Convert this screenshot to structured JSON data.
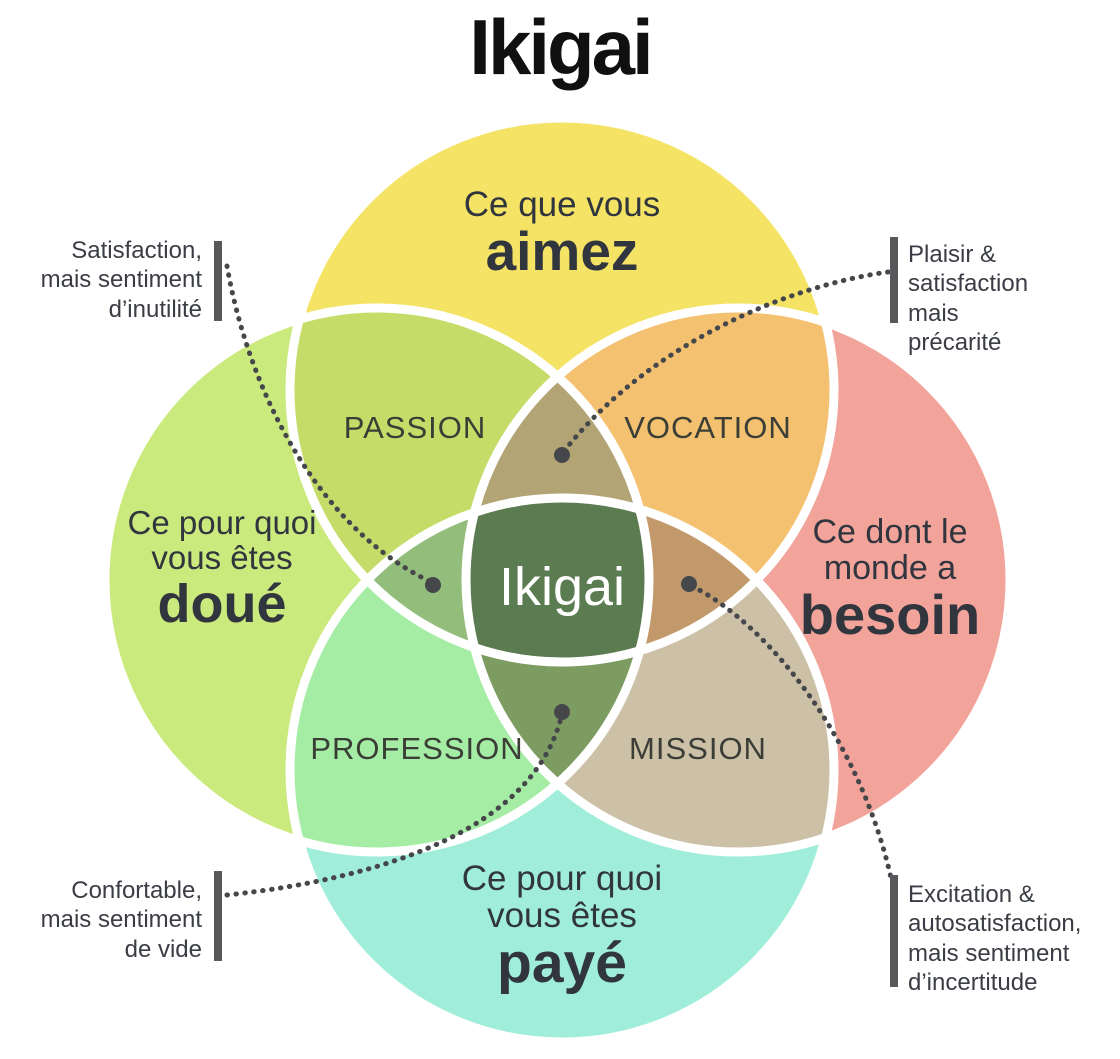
{
  "title": "Ikigai",
  "colors": {
    "circle_love": "#F5E366",
    "circle_good_at": "#CBEA7D",
    "circle_needs": "#F2A49B",
    "circle_paid": "#A0EEDA",
    "overlap_passion": "#C6DC69",
    "overlap_vocation": "#F4C170",
    "overlap_profession": "#A5EDA4",
    "overlap_mission": "#CCC1A6",
    "petal_top": "#B2A475",
    "petal_left": "#92BD7B",
    "petal_right": "#C2996B",
    "petal_bottom": "#7C9C62",
    "center": "#5B7B50",
    "outline": "#FFFFFF",
    "connector": "#45474B",
    "bar": "#58585A",
    "text_dark": "#31353E",
    "center_text": "#FFFFFF"
  },
  "circles": {
    "love": {
      "line1": "Ce que vous",
      "line2": "aimez"
    },
    "good_at": {
      "line1": "Ce pour quoi",
      "line2": "vous êtes",
      "line3": "doué"
    },
    "needs": {
      "line1": "Ce dont le",
      "line2": "monde a",
      "line3": "besoin"
    },
    "paid": {
      "line1": "Ce pour quoi",
      "line2": "vous êtes",
      "line3": "payé"
    }
  },
  "regions": {
    "passion": "PASSION",
    "vocation": "VOCATION",
    "profession": "PROFESSION",
    "mission": "MISSION",
    "center": "Ikigai"
  },
  "annotations": {
    "top_left": {
      "lines": [
        "Satisfaction,",
        "mais sentiment",
        "d’inutilité"
      ]
    },
    "top_right": {
      "lines": [
        "Plaisir & satisfaction",
        "mais",
        "précarité"
      ]
    },
    "bottom_left": {
      "lines": [
        "Confortable,",
        "mais sentiment",
        "de vide"
      ]
    },
    "bottom_right": {
      "lines": [
        "Excitation &",
        "autosatisfaction,",
        "mais sentiment",
        "d’incertitude"
      ]
    }
  }
}
